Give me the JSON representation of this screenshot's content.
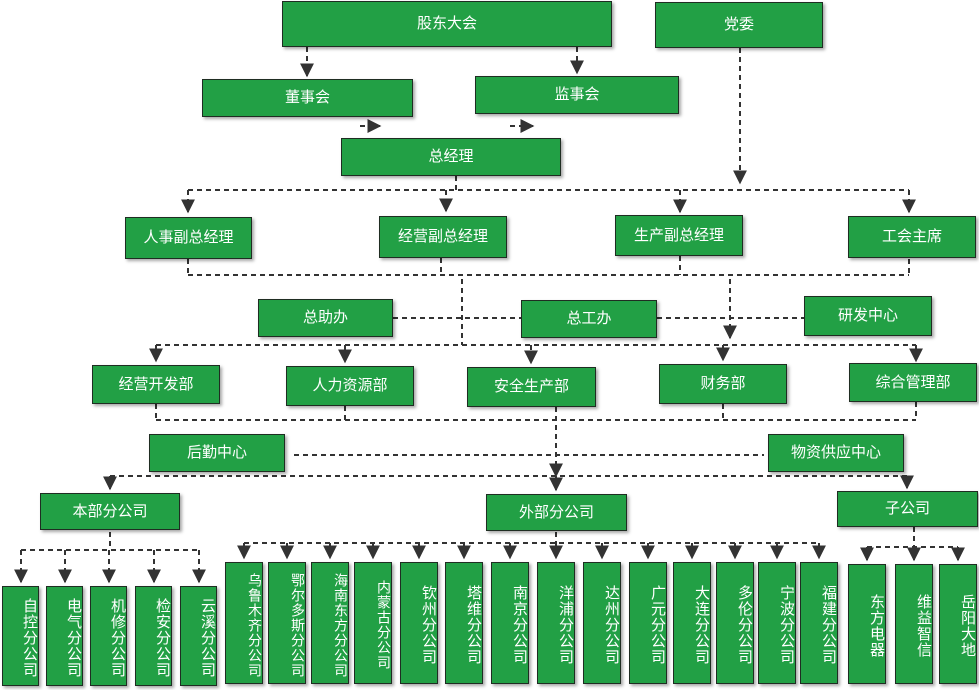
{
  "nodes": {
    "shareholders": "股东大会",
    "party": "党委",
    "board": "董事会",
    "supervisors": "监事会",
    "gm": "总经理",
    "vp_hr": "人事副总经理",
    "vp_ops": "经营副总经理",
    "vp_prod": "生产副总经理",
    "union": "工会主席",
    "gm_office": "总助办",
    "chief_eng": "总工办",
    "rnd": "研发中心",
    "biz_dev": "经营开发部",
    "hr_dept": "人力资源部",
    "safety": "安全生产部",
    "finance": "财务部",
    "admin": "综合管理部",
    "logistics": "后勤中心",
    "supply": "物资供应中心",
    "local_branches": "本部分公司",
    "external_branches": "外部分公司",
    "subsidiaries": "子公司"
  },
  "local_children": [
    "自控分公司",
    "电气分公司",
    "机修分公司",
    "检安分公司",
    "云溪分公司"
  ],
  "external_children": [
    "乌鲁木齐分公司",
    "鄂尔多斯分公司",
    "海南东方分公司",
    "内蒙古分公司",
    "钦州分公司",
    "塔维分公司",
    "南京分公司",
    "洋浦分公司",
    "达州分公司",
    "广元分公司",
    "大连分公司",
    "多伦分公司",
    "宁波分公司",
    "福建分公司"
  ],
  "subsidiary_children": [
    "东方电器",
    "维益智信",
    "岳阳大地"
  ],
  "colors": {
    "box": "#22a045",
    "border": "#1f2d22",
    "line": "#333333",
    "text": "#ffffff"
  }
}
